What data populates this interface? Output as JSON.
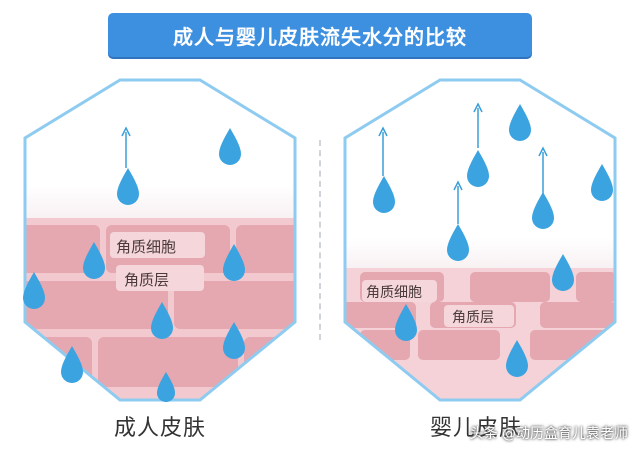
{
  "title": "成人与婴儿皮肤流失水分的比较",
  "panels": {
    "adult": {
      "caption": "成人皮肤",
      "cell_label": "角质细胞",
      "layer_label": "角质层"
    },
    "infant": {
      "caption": "婴儿皮肤",
      "cell_label": "角质细胞",
      "layer_label": "角质层"
    }
  },
  "watermark": "头条 @动历盒育儿袁老师",
  "colors": {
    "banner": "#3d8fe0",
    "outline": "#8ecbf0",
    "cell": "#e5a7b0",
    "cell_label_bg": "#f5d6db",
    "drop": "#3aa3e0",
    "arrow": "#3a9fd8"
  }
}
